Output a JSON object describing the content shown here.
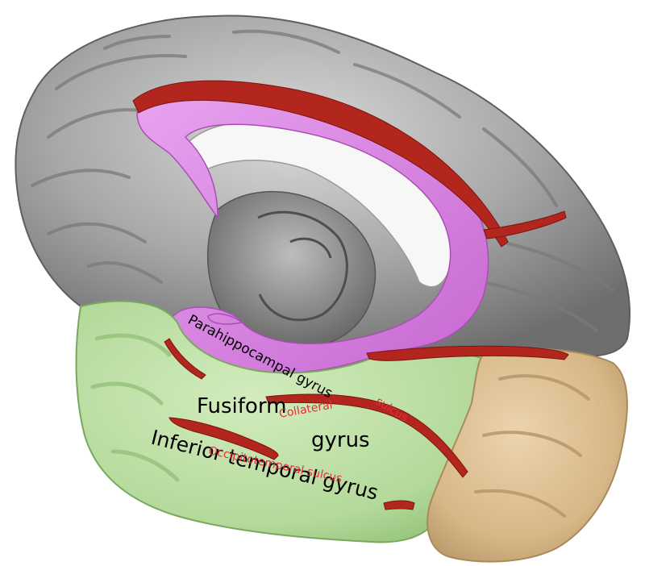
{
  "image": {
    "subject": "brain",
    "colors": {
      "background": "#ffffff",
      "cortex_gray": "#a9a9a9",
      "cortex_dark": "#6f6f6f",
      "limbic_magenta": "#d77ee0",
      "temporal_green": "#b7dc9c",
      "occipital_tan": "#d8b98c",
      "sulcus_red": "#b3261e",
      "sulcus_label_red": "#e0303a"
    }
  },
  "labels": {
    "parahippocampal": "Parahippocampal gyrus",
    "fusiform_word1": "Fusiform",
    "fusiform_word2": "gyrus",
    "inferior_temporal": "Inferior temporal gyrus",
    "collateral_word1": "Collateral",
    "collateral_word2": "sulcus",
    "occipitotemporal": "Occipitotemporal sulcus"
  }
}
